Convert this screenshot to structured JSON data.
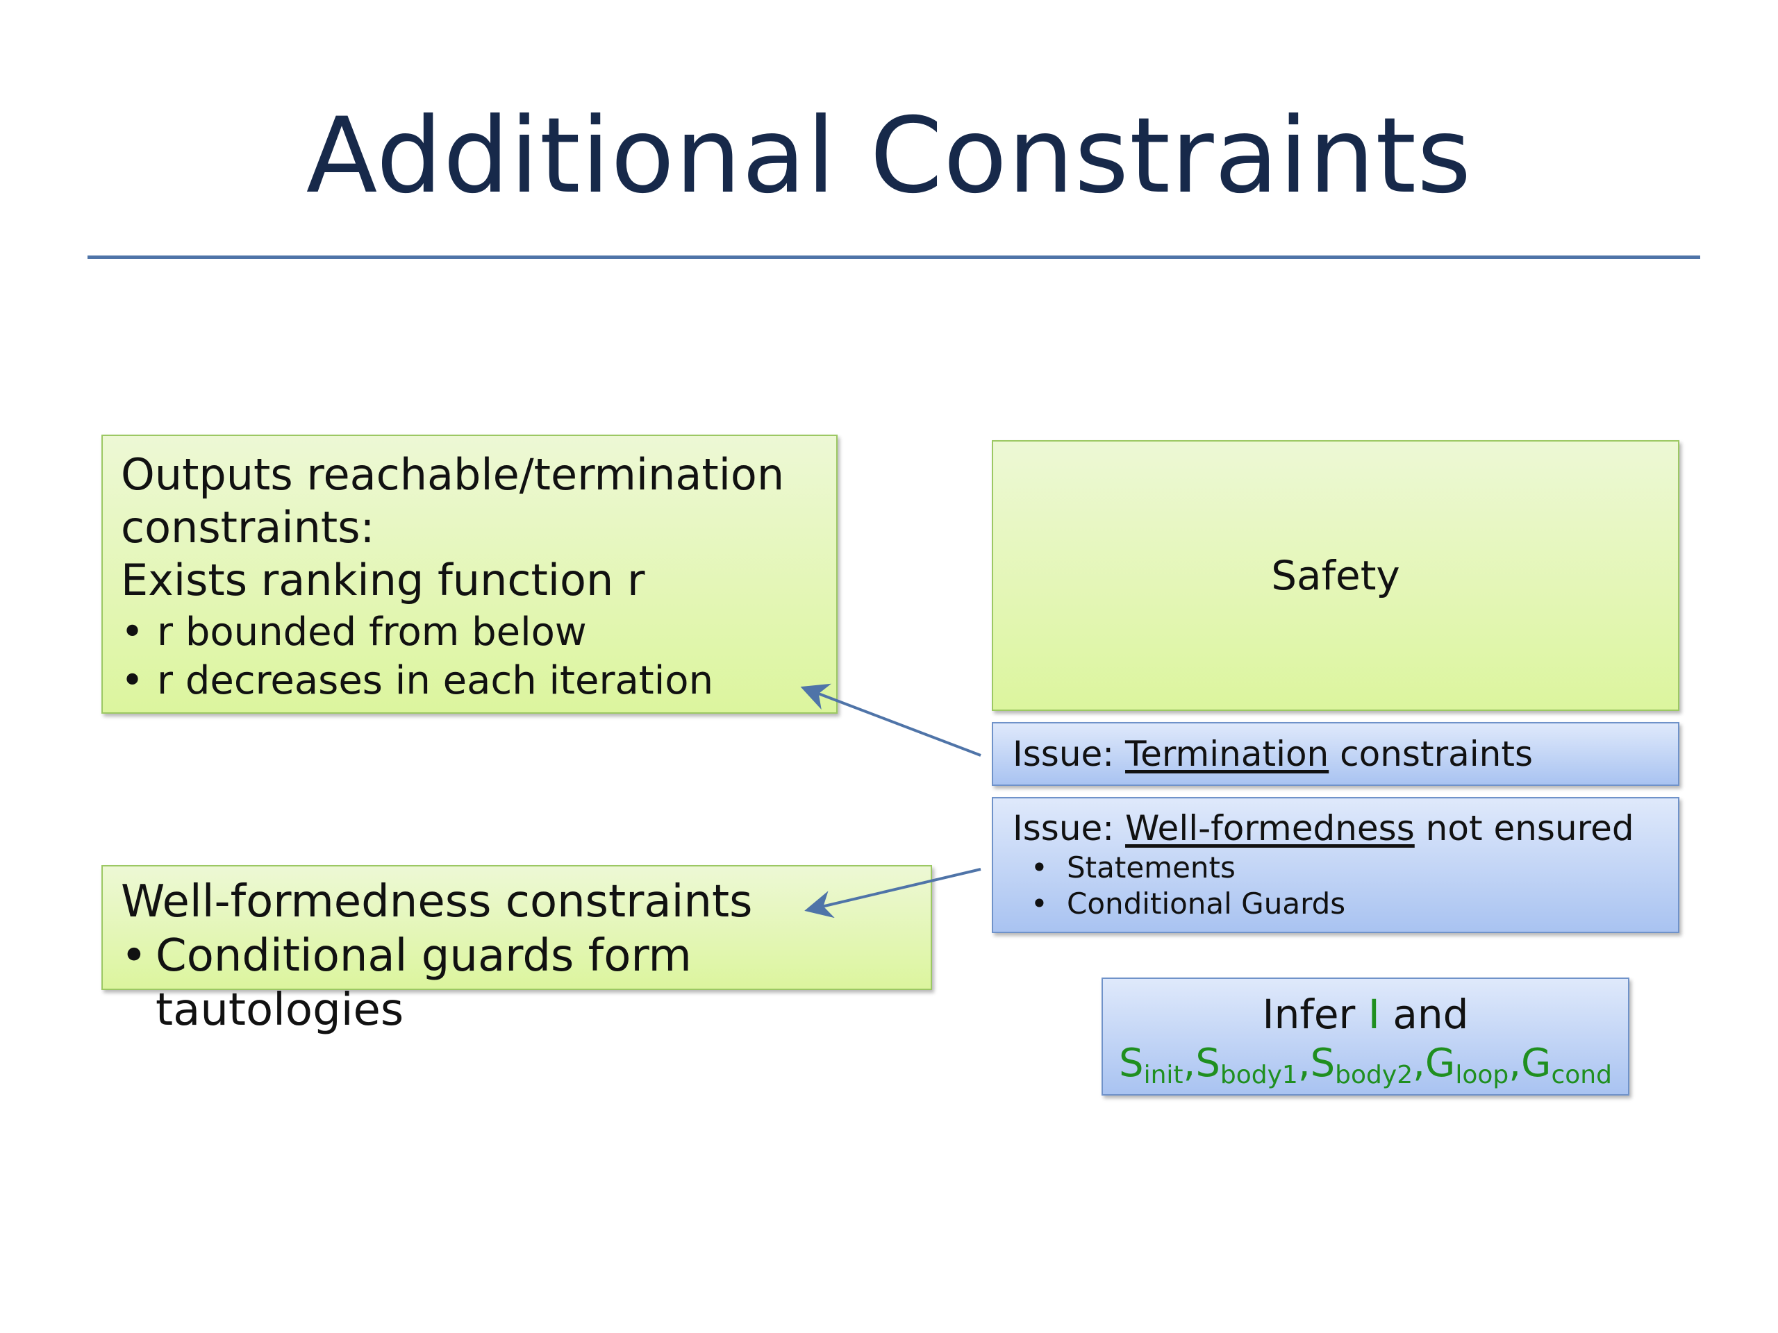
{
  "title": "Additional Constraints",
  "termination_box": {
    "line1": "Outputs reachable/termination",
    "line2": "constraints:",
    "line3": "Exists ranking function r",
    "bullets": [
      "r bounded from below",
      "r decreases in each iteration"
    ]
  },
  "wellformed_box": {
    "line1": "Well-formedness constraints",
    "bullet": "Conditional guards form tautologies"
  },
  "safety_box": {
    "label": "Safety"
  },
  "issue_termination": {
    "prefix": "Issue: ",
    "underlined": "Termination",
    "suffix": " constraints"
  },
  "issue_wellformed": {
    "prefix": "Issue: ",
    "underlined": "Well-formedness",
    "suffix": " not ensured",
    "bullets": [
      "Statements",
      "Conditional Guards"
    ]
  },
  "infer_box": {
    "text_before": "Infer ",
    "highlight": "I",
    "text_after": " and",
    "terms": [
      {
        "base": "S",
        "sub": "init"
      },
      {
        "base": "S",
        "sub": "body1"
      },
      {
        "base": "S",
        "sub": "body2"
      },
      {
        "base": "G",
        "sub": "loop"
      },
      {
        "base": "G",
        "sub": "cond"
      }
    ],
    "separator": ","
  },
  "colors": {
    "title": "#17294a",
    "rule": "#4f74a8",
    "green_box": "#dcf59e",
    "blue_box": "#a9c3f1",
    "arrow": "#4f74a8",
    "highlight_text": "#1f8f1f"
  },
  "bullet_char": "•"
}
